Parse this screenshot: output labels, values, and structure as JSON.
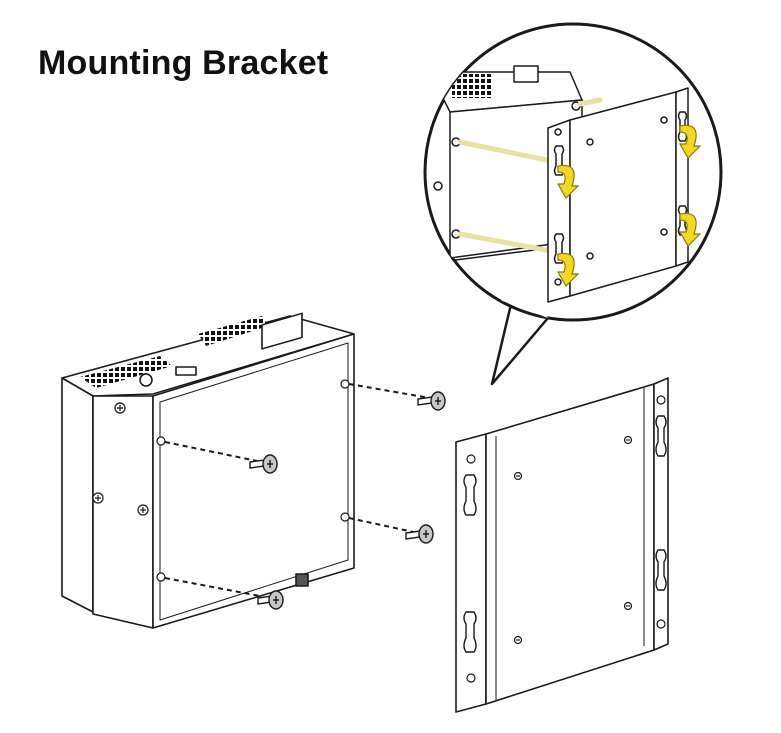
{
  "heading": {
    "title": "Mounting Bracket"
  },
  "colors": {
    "ink": "#1a1a1a",
    "vent": "#111111",
    "screw_head": "#c8c8c8",
    "guide_line": "#e8e2a0",
    "arrow": "#f2d81e",
    "arrow_outline": "#8a7a10"
  },
  "diagram": {
    "parts": [
      "device-chassis",
      "mounting-bracket",
      "screws",
      "detail-callout"
    ],
    "screw_count": 4,
    "icons": [
      "screw-icon",
      "curved-arrow-icon",
      "keyhole-slot-icon"
    ]
  }
}
